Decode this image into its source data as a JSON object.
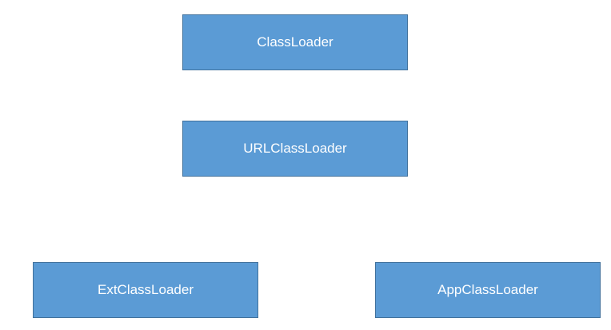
{
  "diagram": {
    "nodes": [
      {
        "id": "classloader",
        "label": "ClassLoader"
      },
      {
        "id": "urlclassloader",
        "label": "URLClassLoader"
      },
      {
        "id": "extclassloader",
        "label": "ExtClassLoader"
      },
      {
        "id": "appclassloader",
        "label": "AppClassLoader"
      }
    ],
    "colors": {
      "node_fill": "#5b9bd5",
      "node_border": "#41719c",
      "node_text": "#ffffff",
      "background": "#ffffff"
    }
  }
}
